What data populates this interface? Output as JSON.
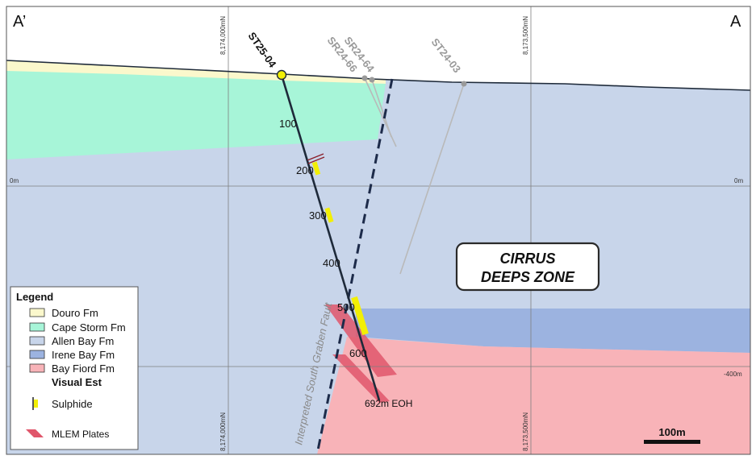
{
  "section": {
    "left_label": "A’",
    "right_label": "A",
    "colors": {
      "allen_bay": "#c8d5ea",
      "cape_storm": "#a7f5d8",
      "douro": "#fbf8cc",
      "irene_bay": "#9cb3e0",
      "bay_fiord": "#f8b3b8",
      "sulphide": "#f2ef05",
      "mlem": "#e0566b"
    }
  },
  "grid": {
    "northings": [
      "8,174,000mN",
      "8,173,500mN",
      "8,174,000mN",
      "8,173,500mN"
    ],
    "elevations": {
      "zero_left": "0m",
      "zero_right": "0m",
      "minus400": "-400m"
    }
  },
  "drillholes": {
    "main": "ST25-04",
    "historic": [
      "SR24-64",
      "SR24-66",
      "ST24-03"
    ],
    "depths": [
      "100",
      "200",
      "300",
      "400",
      "500",
      "600"
    ],
    "eoh": "692m EOH"
  },
  "fault_label": "Interpreted South Graben Fault",
  "zone": {
    "line1": "CIRRUS",
    "line2": "DEEPS ZONE"
  },
  "legend": {
    "title": "Legend",
    "items": [
      "Douro Fm",
      "Cape Storm Fm",
      "Allen Bay Fm",
      "Irene Bay Fm",
      "Bay Fiord Fm"
    ],
    "visual_est": "Visual Est",
    "sulphide": "Sulphide",
    "mlem": "MLEM Plates"
  },
  "scale_bar": "100m"
}
